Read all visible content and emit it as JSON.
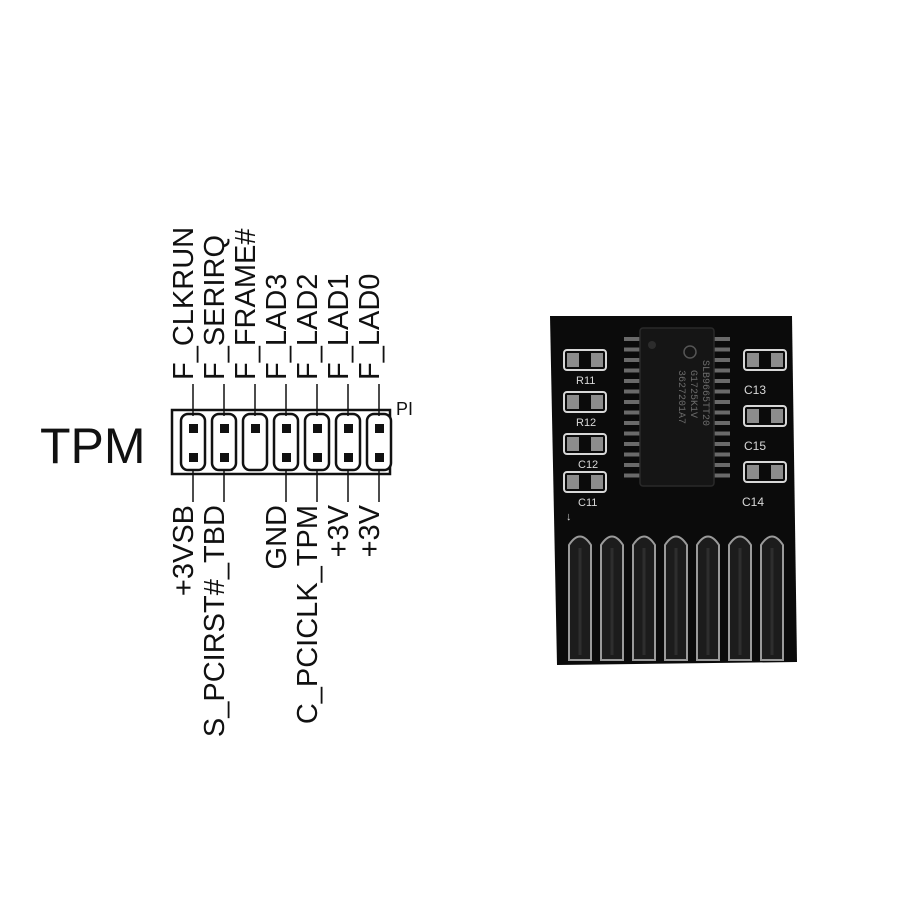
{
  "header": {
    "label": "TPM",
    "pin1_marker": "PI"
  },
  "pins_top": [
    {
      "label": "F_CLKRUN"
    },
    {
      "label": "F_SERIRQ"
    },
    {
      "label": "F_FRAME#"
    },
    {
      "label": "F_LAD3"
    },
    {
      "label": "F_LAD2"
    },
    {
      "label": "F_LAD1"
    },
    {
      "label": "F_LAD0"
    }
  ],
  "pins_bottom": [
    {
      "label": "+3VSB"
    },
    {
      "label": "S_PCIRST#_TBD"
    },
    {
      "label": ""
    },
    {
      "label": "GND"
    },
    {
      "label": "C_PCICLK_TPM"
    },
    {
      "label": "+3V"
    },
    {
      "label": "+3V"
    }
  ],
  "module": {
    "chip_lines": [
      "SLB9665TT20",
      "G1725K1V",
      "3627201A7"
    ],
    "components": [
      {
        "label": "R11"
      },
      {
        "label": "R12"
      },
      {
        "label": "C12"
      },
      {
        "label": "C11"
      },
      {
        "label": "C13"
      },
      {
        "label": "C15"
      },
      {
        "label": "C14"
      }
    ]
  },
  "colors": {
    "pcb": "#0b0b0b",
    "pad": "#8c8c8c",
    "silkscreen": "#d8d8d8",
    "line": "#111111"
  }
}
